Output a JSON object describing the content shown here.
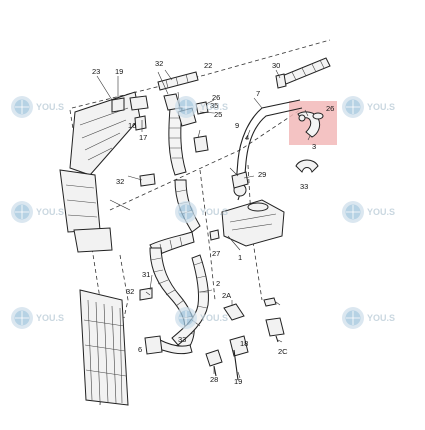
{
  "watermark": {
    "brand": "YOU.S",
    "colors": {
      "logo": "#9ec3dc",
      "logo_ring": "#cfe0ec",
      "text": "#b8cad6"
    },
    "icon": "globe-logo-icon"
  },
  "highlight": {
    "color": "#f2b8b8",
    "label": "26"
  },
  "callouts": {
    "c23": "23",
    "c19a": "19",
    "c30": "30",
    "c7": "7",
    "c26a": "26",
    "c32a": "32",
    "c22": "22",
    "c35": "35",
    "c26b": "26",
    "c25": "25",
    "c16": "16",
    "c17": "17",
    "c9": "9",
    "c4": "4",
    "c3": "3",
    "c29": "29",
    "c33": "33",
    "c32b": "32",
    "c1": "1",
    "c27": "27",
    "c31": "31",
    "c32c": "32",
    "c2": "2",
    "c2A": "2A",
    "c6": "6",
    "c28": "28",
    "c19b": "19",
    "c2C": "2C",
    "c33b": "33",
    "c18": "18"
  }
}
